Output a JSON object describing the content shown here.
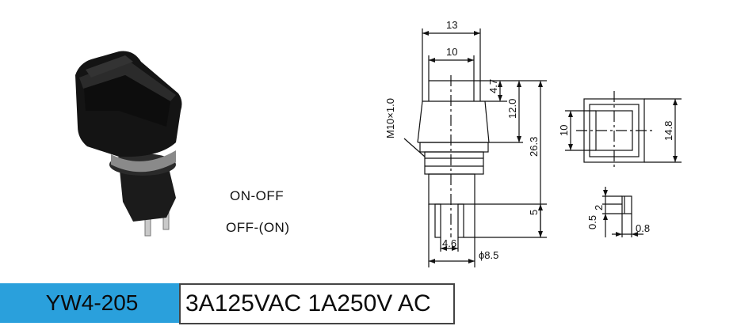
{
  "function_labels": [
    "ON-OFF",
    "OFF-(ON)"
  ],
  "dimensions": {
    "width_outer": "13",
    "width_inner": "10",
    "cap_step": "4.7",
    "cap_height": "12.0",
    "total_height": "26.3",
    "terminal_length": "5",
    "thread": "M10×1.0",
    "pin_spacing": "4.6",
    "pin_diameter": "ϕ8.5",
    "top_inner": "10",
    "top_outer": "14.8",
    "pin_width": "2",
    "pin_thick": "0.5",
    "pin_gap": "0.8"
  },
  "model": "YW4-205",
  "rating": "3A125VAC 1A250V AC",
  "colors": {
    "model_bg": "#2aa0dc",
    "line": "#111111"
  }
}
